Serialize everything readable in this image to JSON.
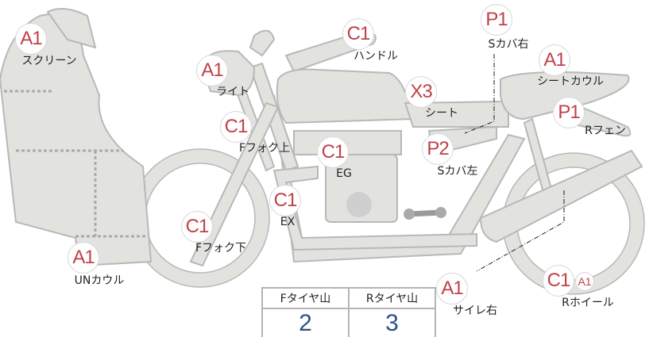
{
  "parts": [
    {
      "grade": "A1",
      "name": "スクリーン"
    },
    {
      "grade": "A1",
      "name": "ライト"
    },
    {
      "grade": "C1",
      "name": "ハンドル"
    },
    {
      "grade": "P1",
      "name": "Sカバ右"
    },
    {
      "grade": "A1",
      "name": "シートカウル"
    },
    {
      "grade": "X3",
      "name": "シート"
    },
    {
      "grade": "P1",
      "name": "Rフェン"
    },
    {
      "grade": "C1",
      "name": "Fフォク上"
    },
    {
      "grade": "C1",
      "name": "EG"
    },
    {
      "grade": "P2",
      "name": "Sカバ左"
    },
    {
      "grade": "C1",
      "name": "EX"
    },
    {
      "grade": "C1",
      "name": "Fフォク下"
    },
    {
      "grade": "A1",
      "name": "UNカウル"
    },
    {
      "grade": "A1",
      "name": "サイレ右"
    },
    {
      "grade": "C1",
      "name": "Rホイール",
      "extra_grade": "A1"
    }
  ],
  "tire_table": {
    "headers": [
      "Fタイヤ山",
      "Rタイヤ山"
    ],
    "values": [
      "2",
      "3"
    ]
  },
  "colors": {
    "grade": "#c0414a",
    "value": "#2f4f8a",
    "body": "#e2e2df",
    "stroke": "#b8b8b8"
  }
}
